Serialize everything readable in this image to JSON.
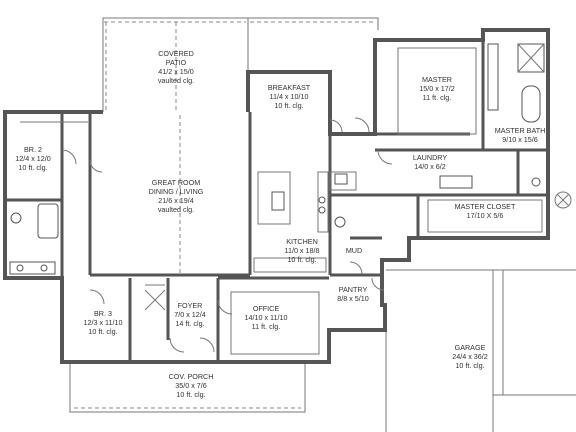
{
  "rooms": [
    {
      "id": "covered-patio",
      "lines": [
        "COVERED",
        "PATIO",
        "41/2 x 15/0",
        "vaulted clg."
      ]
    },
    {
      "id": "breakfast",
      "lines": [
        "BREAKFAST",
        "11/4 x 10/10",
        "10 ft. clg."
      ]
    },
    {
      "id": "master",
      "lines": [
        "MASTER",
        "15/0 x 17/2",
        "11 ft. clg."
      ]
    },
    {
      "id": "master-bath",
      "lines": [
        "MASTER BATH",
        "9/10 x 15/6"
      ]
    },
    {
      "id": "br2",
      "lines": [
        "BR. 2",
        "12/4 x 12/0",
        "10 ft. clg."
      ]
    },
    {
      "id": "great-room",
      "lines": [
        "GREAT ROOM",
        "DINING / LIVING",
        "21/6 x 19/4",
        "vaulted clg."
      ]
    },
    {
      "id": "laundry",
      "lines": [
        "LAUNDRY",
        "14/0 x 6/2"
      ]
    },
    {
      "id": "master-closet",
      "lines": [
        "MASTER CLOSET",
        "17/10 X 5/6"
      ]
    },
    {
      "id": "kitchen",
      "lines": [
        "KITCHEN",
        "11/0 x 18/8",
        "10 ft. clg."
      ]
    },
    {
      "id": "mud",
      "lines": [
        "MUD"
      ]
    },
    {
      "id": "pantry",
      "lines": [
        "PANTRY",
        "8/8 x 5/10"
      ]
    },
    {
      "id": "br3",
      "lines": [
        "BR. 3",
        "12/3 x 11/10",
        "10 ft. clg."
      ]
    },
    {
      "id": "foyer",
      "lines": [
        "FOYER",
        "7/0 x 12/4",
        "14 ft. clg."
      ]
    },
    {
      "id": "office",
      "lines": [
        "OFFICE",
        "14/10 x 11/10",
        "11 ft. clg."
      ]
    },
    {
      "id": "garage",
      "lines": [
        "GARAGE",
        "24/4 x 36/2",
        "10 ft. clg."
      ]
    },
    {
      "id": "cov-porch",
      "lines": [
        "COV. PORCH",
        "35/0 x 7/6",
        "10 ft. clg."
      ]
    }
  ],
  "icons": {
    "hvac": "x-circle-icon"
  }
}
